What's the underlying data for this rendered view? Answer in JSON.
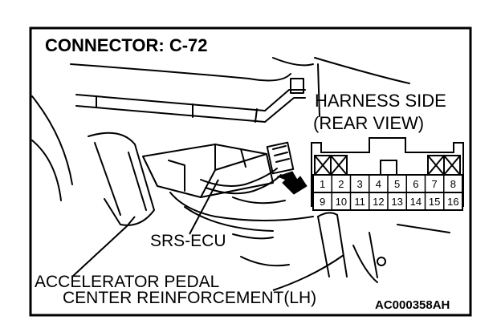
{
  "title": "CONNECTOR: C-72",
  "harness_side": [
    "HARNESS SIDE",
    "(REAR VIEW)"
  ],
  "labels": {
    "ecu": "SRS-ECU",
    "pedal": "ACCELERATOR PEDAL",
    "reinforcement": "CENTER REINFORCEMENT(LH)",
    "code": "AC000358AH"
  },
  "pins_top": [
    "1",
    "2",
    "3",
    "4",
    "5",
    "6",
    "7",
    "8"
  ],
  "pins_bottom": [
    "9",
    "10",
    "11",
    "12",
    "13",
    "14",
    "15",
    "16"
  ]
}
